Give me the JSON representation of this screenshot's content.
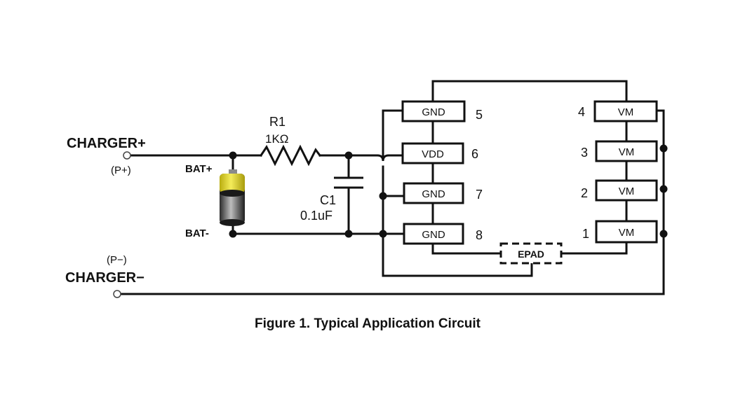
{
  "labels": {
    "charger_plus": "CHARGER+",
    "charger_plus_sub": "(P+)",
    "charger_minus": "CHARGER−",
    "charger_minus_sub": "(P−)",
    "bat_plus": "BAT+",
    "bat_minus": "BAT-",
    "r1_name": "R1",
    "r1_value": "1KΩ",
    "c1_name": "C1",
    "c1_value": "0.1uF",
    "epad": "EPAD",
    "caption": "Figure 1.  Typical Application Circuit"
  },
  "left_pins": [
    {
      "name": "GND",
      "number": "5"
    },
    {
      "name": "VDD",
      "number": "6"
    },
    {
      "name": "GND",
      "number": "7"
    },
    {
      "name": "GND",
      "number": "8"
    }
  ],
  "right_pins": [
    {
      "name": "VM",
      "number": "4"
    },
    {
      "name": "VM",
      "number": "3"
    },
    {
      "name": "VM",
      "number": "2"
    },
    {
      "name": "VM",
      "number": "1"
    }
  ],
  "colors": {
    "battery_top": "#e8dc1e",
    "battery_body": "#4a4a4a"
  }
}
